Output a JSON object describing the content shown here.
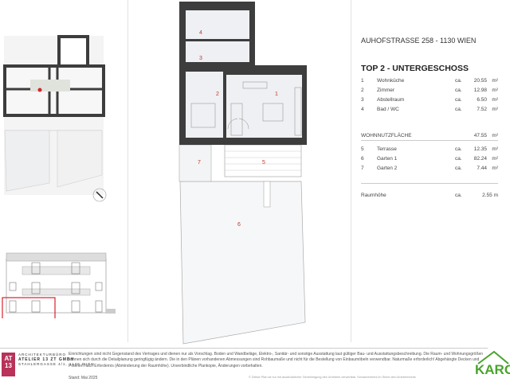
{
  "header": {
    "address": "AUHOFSTRASSE 258 - 1130 WIEN",
    "unit_title": "TOP 2  - UNTERGESCHOSS"
  },
  "rooms": [
    {
      "no": "1",
      "name": "Wohnküche",
      "ca": "ca.",
      "area": "20.55",
      "unit": "m²"
    },
    {
      "no": "2",
      "name": "Zimmer",
      "ca": "ca.",
      "area": "12.98",
      "unit": "m²"
    },
    {
      "no": "3",
      "name": "Abstellraum",
      "ca": "ca.",
      "area": "6.50",
      "unit": "m²"
    },
    {
      "no": "4",
      "name": "Bad / WC",
      "ca": "ca.",
      "area": "7.52",
      "unit": "m²"
    }
  ],
  "total": {
    "label": "WOHNNUTZFLÄCHE",
    "area": "47.55",
    "unit": "m²"
  },
  "outdoor": [
    {
      "no": "5",
      "name": "Terrasse",
      "ca": "ca.",
      "area": "12.35",
      "unit": "m²"
    },
    {
      "no": "6",
      "name": "Garten 1",
      "ca": "ca.",
      "area": "82.24",
      "unit": "m²"
    },
    {
      "no": "7",
      "name": "Garten 2",
      "ca": "ca.",
      "area": "7.44",
      "unit": "m²"
    }
  ],
  "height": {
    "label": "Raumhöhe",
    "ca": "ca.",
    "value": "2.55 m"
  },
  "plan_labels": {
    "r1": "1",
    "r2": "2",
    "r3": "3",
    "r4": "4",
    "r5": "5",
    "r6": "6",
    "r7": "7"
  },
  "footer": {
    "logo": "AT 13",
    "firm_line1": "ARCHITEKTURBÜRO",
    "firm_line2": "ATELIER 13 ZT GMBH",
    "firm_line3": "STAHLERGASSE 4/1, 1130 WIEN",
    "disclaimer": "Einrichtungen sind nicht Gegenstand des Vertrages und dienen nur als Vorschlag. Boden und Wandbeläge, Elektro-, Sanitär- und sonstige Ausstattung laut gültiger Bau- und Ausstattungsbeschreibung. Die Raum- und Wohnungsgrößen können sich durch die Detailplanung geringfügig ändern. Die in den Plänen vorhandenen Abmessungen sind Rohbaumaße und nicht für die Bestellung von Einbaumöbeln verwendbar. Naturmaße erforderlich! Abgehängte Decken und Poterien nach Erfordernis (Abminderung der Raumhöhe). Unverbindliche Plankopie, Änderungen vorbehalten.",
    "stand": "Stand: Mai 2025",
    "copyright": "© Dieser Plan ist nur mit ausdrücklicher Genehmigung des Urhebers verwertbar. Schutzvermerk im Sinne des Urheberrechts",
    "brand": "KARO"
  },
  "colors": {
    "wall": "#3d3d3d",
    "room": "#eef0f3",
    "label": "#c0392b",
    "highlight": "#d9232d",
    "brand": "#4aa32e",
    "logo": "#b8325a"
  }
}
